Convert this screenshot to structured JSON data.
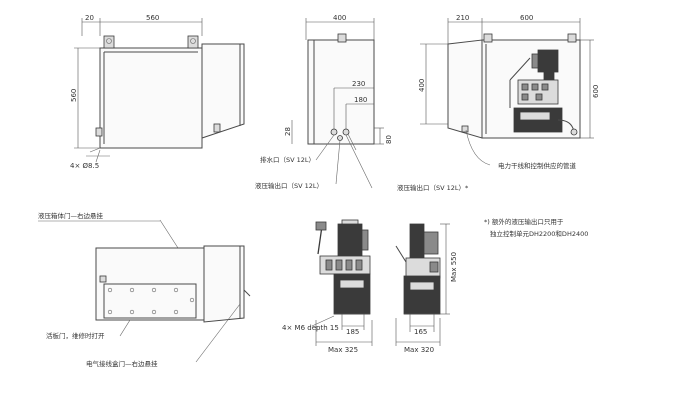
{
  "front_view": {
    "dim_width": "560",
    "dim_offset": "20",
    "dim_height": "560",
    "dim_holes": "4× Ø8.5"
  },
  "side_view": {
    "dim_depth": "400",
    "dim_230": "230",
    "dim_180": "180",
    "dim_28": "28",
    "dim_80": "80",
    "label_water_outlet": "排水口（SV 12L）",
    "label_hydraulic_out_1": "液压输出口（SV 12L）",
    "label_hydraulic_out_2": "液压输出口（SV 12L）*"
  },
  "right_view": {
    "dim_210": "210",
    "dim_600_w": "600",
    "dim_400_h": "400",
    "dim_600_h": "600",
    "label_cable_pipe": "电力干线和控制供应的管道"
  },
  "bottom_left": {
    "label_tank_door": "液压箱体门—右边悬挂",
    "label_slide_plate": "活板门，维修时打开",
    "label_elec_door": "电气接线盒门—右边悬挂"
  },
  "pump_front": {
    "label_threads": "4× M6 depth 15",
    "dim_185": "185",
    "dim_max325": "Max 325"
  },
  "pump_side": {
    "dim_165": "165",
    "dim_max320": "Max 320",
    "dim_max550": "Max 550"
  },
  "note": {
    "line1": "*) 额外的液压输出口只用于",
    "line2": "独立控制单元DH2200和DH2400"
  }
}
